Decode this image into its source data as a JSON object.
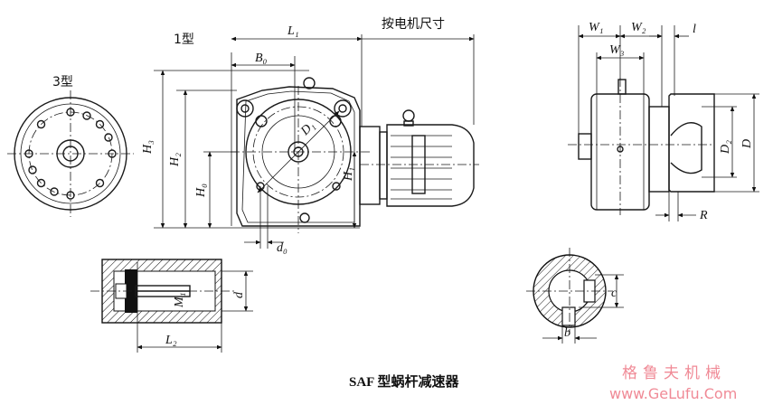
{
  "caption": "SAF 型蜗杆减速器",
  "views": {
    "type1_label": "1型",
    "type3_label": "3型",
    "motor_size_label": "按电机尺寸"
  },
  "dimensions": {
    "L1": "L₁",
    "B0": "B₀",
    "H3": "H₃",
    "H2": "H₂",
    "H0": "H₀",
    "D1": "D₁",
    "H1": "H₁",
    "d0": "d₀",
    "M1": "M₁",
    "d": "d",
    "L2": "L₂",
    "W1": "W₁",
    "W2": "W₂",
    "W3": "W₃",
    "l": "l",
    "D2": "D₂",
    "D": "D",
    "R": "R",
    "c": "c",
    "b": "b"
  },
  "watermark": {
    "cn": "格鲁夫机械",
    "url": "www.GeLufu.Com"
  }
}
